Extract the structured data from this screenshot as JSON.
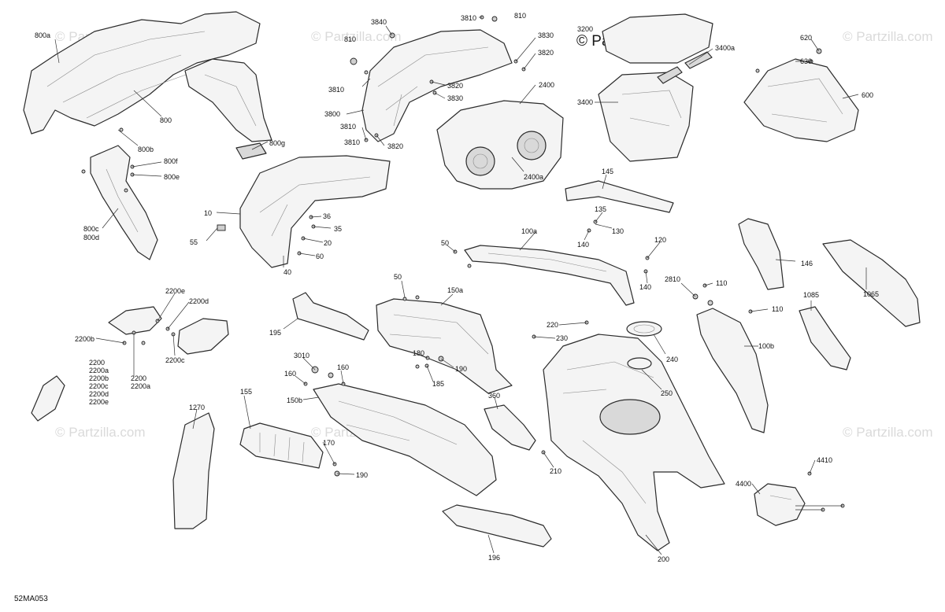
{
  "watermark": {
    "main": "© Partzilla.com",
    "faint": "© Partzilla.com"
  },
  "diagram_code": "52MA053",
  "callouts": [
    {
      "id": "800a",
      "text": "800a"
    },
    {
      "id": "800",
      "text": "800"
    },
    {
      "id": "800b",
      "text": "800b"
    },
    {
      "id": "800f",
      "text": "800f"
    },
    {
      "id": "800e",
      "text": "800e"
    },
    {
      "id": "800g",
      "text": "800g"
    },
    {
      "id": "800c",
      "text": "800c"
    },
    {
      "id": "800d",
      "text": "800d"
    },
    {
      "id": "3840",
      "text": "3840"
    },
    {
      "id": "3810a",
      "text": "3810"
    },
    {
      "id": "810a",
      "text": "810"
    },
    {
      "id": "810b",
      "text": "810"
    },
    {
      "id": "3830a",
      "text": "3830"
    },
    {
      "id": "3820a",
      "text": "3820"
    },
    {
      "id": "3810b",
      "text": "3810"
    },
    {
      "id": "3820b",
      "text": "3820"
    },
    {
      "id": "3830b",
      "text": "3830"
    },
    {
      "id": "3800",
      "text": "3800"
    },
    {
      "id": "3810c",
      "text": "3810"
    },
    {
      "id": "3820c",
      "text": "3820"
    },
    {
      "id": "3810d",
      "text": "3810"
    },
    {
      "id": "2400",
      "text": "2400"
    },
    {
      "id": "2400a",
      "text": "2400a"
    },
    {
      "id": "3200",
      "text": "3200"
    },
    {
      "id": "3400a",
      "text": "3400a"
    },
    {
      "id": "3400",
      "text": "3400"
    },
    {
      "id": "620",
      "text": "620"
    },
    {
      "id": "630",
      "text": "630"
    },
    {
      "id": "600",
      "text": "600"
    },
    {
      "id": "10",
      "text": "10"
    },
    {
      "id": "36",
      "text": "36"
    },
    {
      "id": "35",
      "text": "35"
    },
    {
      "id": "20",
      "text": "20"
    },
    {
      "id": "60",
      "text": "60"
    },
    {
      "id": "40",
      "text": "40"
    },
    {
      "id": "55",
      "text": "55"
    },
    {
      "id": "145",
      "text": "145"
    },
    {
      "id": "135",
      "text": "135"
    },
    {
      "id": "130",
      "text": "130"
    },
    {
      "id": "140a",
      "text": "140"
    },
    {
      "id": "140b",
      "text": "140"
    },
    {
      "id": "120",
      "text": "120"
    },
    {
      "id": "146",
      "text": "146"
    },
    {
      "id": "1065",
      "text": "1065"
    },
    {
      "id": "1085",
      "text": "1085"
    },
    {
      "id": "100a",
      "text": "100a"
    },
    {
      "id": "50a",
      "text": "50"
    },
    {
      "id": "50b",
      "text": "50"
    },
    {
      "id": "2810",
      "text": "2810"
    },
    {
      "id": "110a",
      "text": "110"
    },
    {
      "id": "110b",
      "text": "110"
    },
    {
      "id": "100b",
      "text": "100b"
    },
    {
      "id": "150a",
      "text": "150a"
    },
    {
      "id": "195",
      "text": "195"
    },
    {
      "id": "220",
      "text": "220"
    },
    {
      "id": "230",
      "text": "230"
    },
    {
      "id": "240",
      "text": "240"
    },
    {
      "id": "250",
      "text": "250"
    },
    {
      "id": "180",
      "text": "180"
    },
    {
      "id": "190a",
      "text": "190"
    },
    {
      "id": "185",
      "text": "185"
    },
    {
      "id": "3010",
      "text": "3010"
    },
    {
      "id": "160a",
      "text": "160"
    },
    {
      "id": "160b",
      "text": "160"
    },
    {
      "id": "150b",
      "text": "150b"
    },
    {
      "id": "360",
      "text": "360"
    },
    {
      "id": "2200e",
      "text": "2200e"
    },
    {
      "id": "2200d",
      "text": "2200d"
    },
    {
      "id": "2200b",
      "text": "2200b"
    },
    {
      "id": "2200c",
      "text": "2200c"
    },
    {
      "id": "2200",
      "text": "2200"
    },
    {
      "id": "2200a",
      "text": "2200a"
    },
    {
      "id": "2200list",
      "text": "2200\n2200a\n2200b\n2200c\n2200d\n2200e"
    },
    {
      "id": "1270",
      "text": "1270"
    },
    {
      "id": "155",
      "text": "155"
    },
    {
      "id": "170",
      "text": "170"
    },
    {
      "id": "190b",
      "text": "190"
    },
    {
      "id": "210",
      "text": "210"
    },
    {
      "id": "200",
      "text": "200"
    },
    {
      "id": "196",
      "text": "196"
    },
    {
      "id": "4410",
      "text": "4410"
    },
    {
      "id": "4400",
      "text": "4400"
    }
  ]
}
